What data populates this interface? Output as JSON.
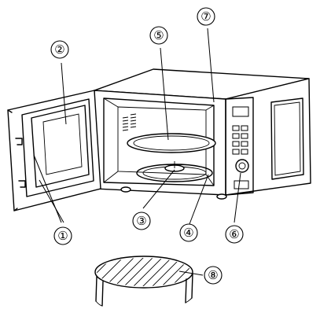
{
  "callouts": [
    {
      "id": "c1",
      "label": "①"
    },
    {
      "id": "c2",
      "label": "②"
    },
    {
      "id": "c3",
      "label": "③"
    },
    {
      "id": "c4",
      "label": "④"
    },
    {
      "id": "c5",
      "label": "⑤"
    },
    {
      "id": "c6",
      "label": "⑥"
    },
    {
      "id": "c7",
      "label": "⑦"
    },
    {
      "id": "c8",
      "label": "⑧"
    }
  ]
}
